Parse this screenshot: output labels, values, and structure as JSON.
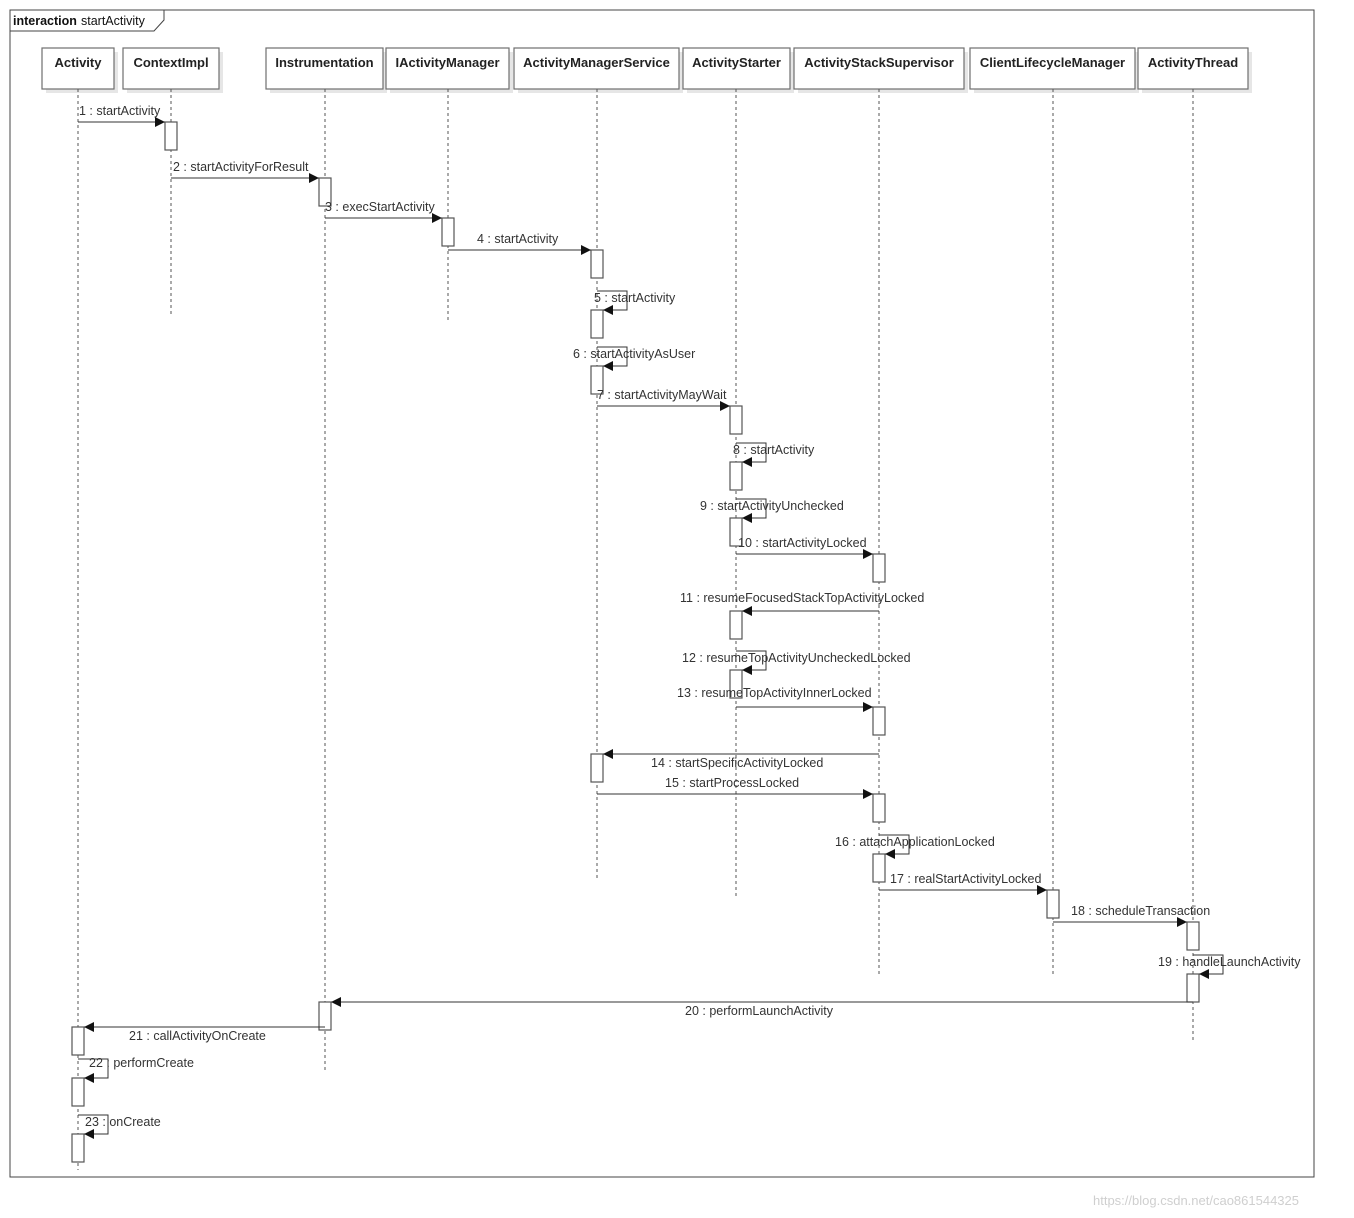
{
  "frame": {
    "keyword": "interaction",
    "name": "startActivity"
  },
  "lifelines": [
    {
      "id": "activity",
      "label": "Activity"
    },
    {
      "id": "contextimpl",
      "label": "ContextImpl"
    },
    {
      "id": "instrumentation",
      "label": "Instrumentation"
    },
    {
      "id": "iactivitymanager",
      "label": "IActivityManager"
    },
    {
      "id": "ams",
      "label": "ActivityManagerService"
    },
    {
      "id": "starter",
      "label": "ActivityStarter"
    },
    {
      "id": "supervisor",
      "label": "ActivityStackSupervisor"
    },
    {
      "id": "lifecycle",
      "label": "ClientLifecycleManager"
    },
    {
      "id": "thread",
      "label": "ActivityThread"
    }
  ],
  "messages": [
    {
      "label": "1 : startActivity",
      "from": "activity",
      "to": "contextimpl"
    },
    {
      "label": "2 : startActivityForResult",
      "from": "contextimpl",
      "to": "instrumentation"
    },
    {
      "label": "3 : execStartActivity",
      "from": "instrumentation",
      "to": "iactivitymanager"
    },
    {
      "label": "4 : startActivity",
      "from": "iactivitymanager",
      "to": "ams"
    },
    {
      "label": "5 : startActivity",
      "from": "ams",
      "to": "ams"
    },
    {
      "label": "6 : startActivityAsUser",
      "from": "ams",
      "to": "ams"
    },
    {
      "label": "7 : startActivityMayWait",
      "from": "ams",
      "to": "starter"
    },
    {
      "label": "8 : startActivity",
      "from": "starter",
      "to": "starter"
    },
    {
      "label": "9 : startActivityUnchecked",
      "from": "starter",
      "to": "starter"
    },
    {
      "label": "10 : startActivityLocked",
      "from": "starter",
      "to": "supervisor"
    },
    {
      "label": "11 : resumeFocusedStackTopActivityLocked",
      "from": "supervisor",
      "to": "starter"
    },
    {
      "label": "12 : resumeTopActivityUncheckedLocked",
      "from": "starter",
      "to": "starter"
    },
    {
      "label": "13 : resumeTopActivityInnerLocked",
      "from": "starter",
      "to": "supervisor"
    },
    {
      "label": "14 : startSpecificActivityLocked",
      "from": "supervisor",
      "to": "ams"
    },
    {
      "label": "15 : startProcessLocked",
      "from": "ams",
      "to": "supervisor"
    },
    {
      "label": "16 : attachApplicationLocked",
      "from": "supervisor",
      "to": "supervisor"
    },
    {
      "label": "17 : realStartActivityLocked",
      "from": "supervisor",
      "to": "lifecycle"
    },
    {
      "label": "18 : scheduleTransaction",
      "from": "lifecycle",
      "to": "thread"
    },
    {
      "label": "19 : handleLaunchActivity",
      "from": "thread",
      "to": "thread"
    },
    {
      "label": "20 : performLaunchActivity",
      "from": "thread",
      "to": "instrumentation"
    },
    {
      "label": "21 : callActivityOnCreate",
      "from": "instrumentation",
      "to": "activity"
    },
    {
      "label": "22 : performCreate",
      "from": "activity",
      "to": "activity"
    },
    {
      "label": "23 : onCreate",
      "from": "activity",
      "to": "activity"
    }
  ],
  "watermark": "https://blog.csdn.net/cao861544325"
}
